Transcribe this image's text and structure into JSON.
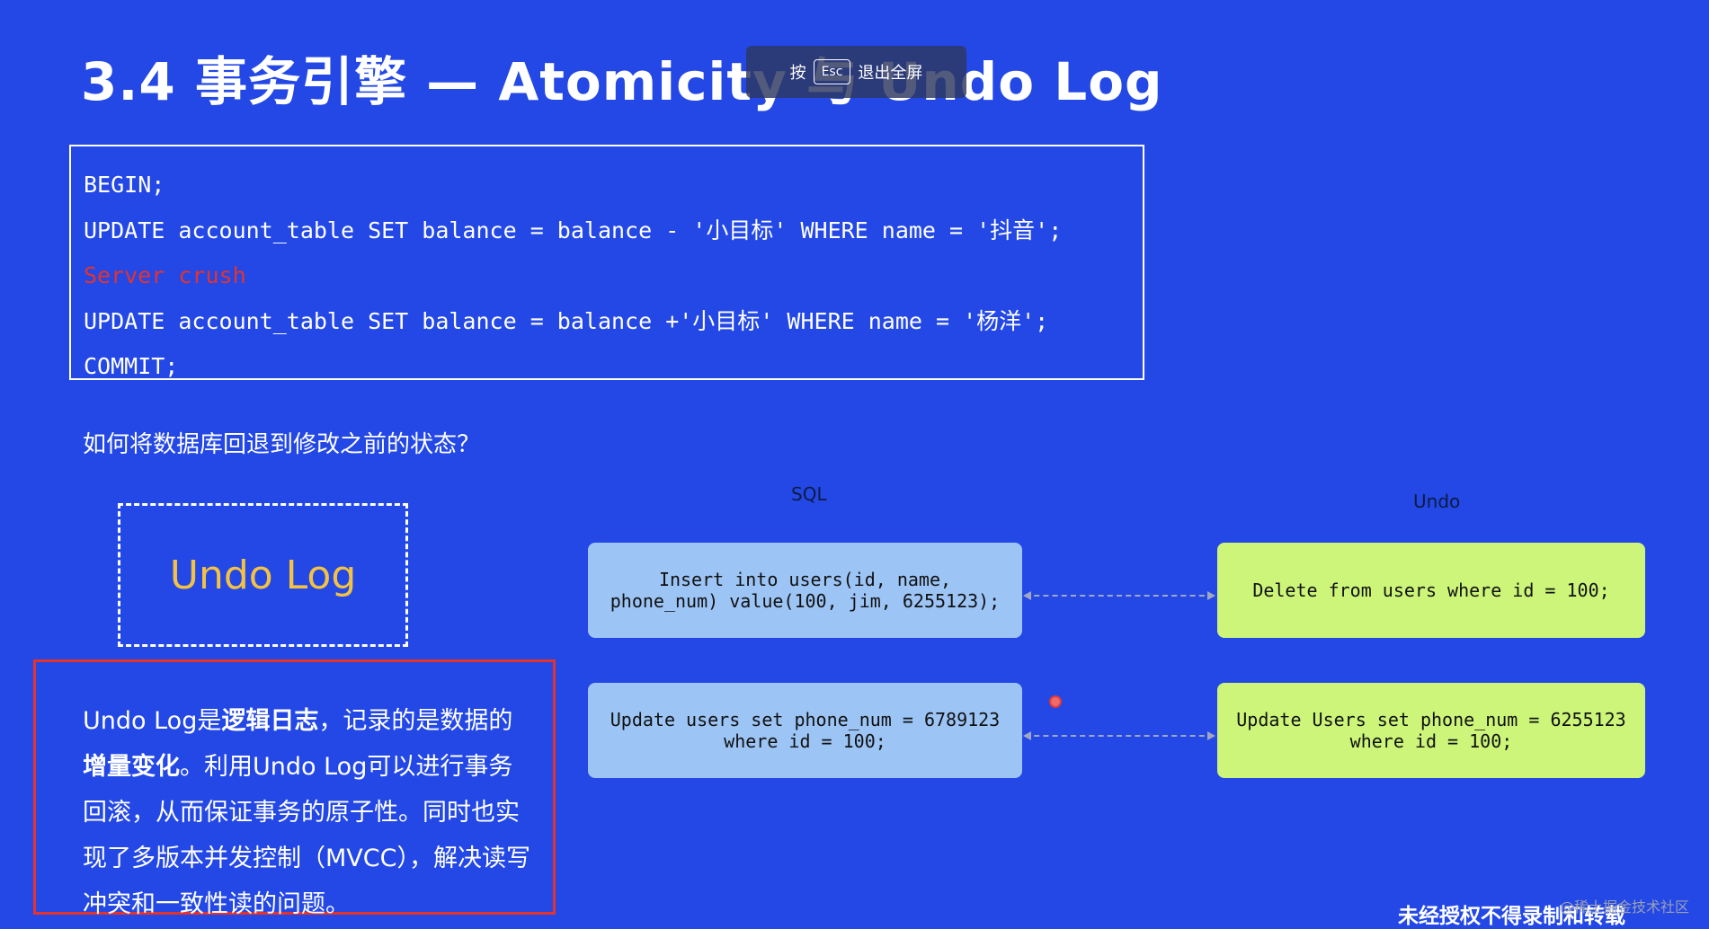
{
  "slide": {
    "title_prefix": "3.4 事务引擎 — Atomicity 与",
    "title_suffix": "Undo Log",
    "fullscreen_hint": {
      "before": "按",
      "key": "Esc",
      "after": "退出全屏"
    }
  },
  "code": {
    "lines": [
      "BEGIN;",
      "UPDATE account_table SET balance = balance - '小目标' WHERE name = '抖音';",
      "Server crush",
      "UPDATE account_table SET balance = balance +'小目标' WHERE name = '杨洋';",
      "COMMIT;"
    ]
  },
  "question": "如何将数据库回退到修改之前的状态？",
  "undo_log_heading": "Undo Log",
  "description": {
    "p1": "Undo Log是",
    "b1": "逻辑日志",
    "p2": "，记录的是数据的",
    "b2": "增量变化",
    "p3": "。利用Undo Log可以进行事务回滚，从而保证事务的原子性。同时也实现了多版本并发控制（MVCC），解决读写冲突和一致性读的问题。"
  },
  "diagram": {
    "sql_label": "SQL",
    "undo_label": "Undo",
    "rows": [
      {
        "sql": "Insert into users(id, name,\nphone_num) value(100, jim, 6255123);",
        "undo": "Delete from users where id = 100;"
      },
      {
        "sql": "Update users set phone_num = 6789123\nwhere id = 100;",
        "undo": "Update Users set phone_num = 6255123\nwhere id = 100;"
      }
    ]
  },
  "watermark": "未经授权不得录制和转载",
  "corner_mark": "@稀土掘金技术社区",
  "colors": {
    "background": "#2348e6",
    "sql_box": "#9cc4f5",
    "undo_box": "#ccf57a",
    "highlight_red": "#e5332c",
    "heading_gold": "#f3c242"
  }
}
